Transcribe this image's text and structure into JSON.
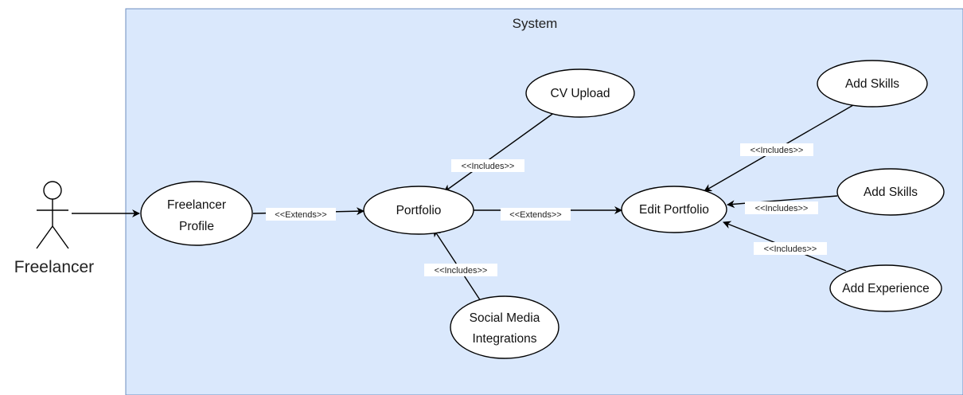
{
  "system": {
    "label": "System",
    "fill_color": "#dae8fc",
    "stroke_color": "#6c8ebf"
  },
  "actor": {
    "label": "Freelancer"
  },
  "use_cases": {
    "freelancer_profile": [
      "Freelancer",
      "Profile"
    ],
    "portfolio": "Portfolio",
    "cv_upload": "CV Upload",
    "social_media": [
      "Social Media",
      "Integrations"
    ],
    "edit_portfolio": "Edit Portfolio",
    "add_skills_1": "Add Skills",
    "add_skills_2": "Add Skills",
    "add_experience": "Add Experience"
  },
  "relations": {
    "extends_1": "<<Extends>>",
    "extends_2": "<<Extends>>",
    "includes_cv": "<<Includes>>",
    "includes_social": "<<Includes>>",
    "includes_skills_1": "<<Includes>>",
    "includes_skills_2": "<<Includes>>",
    "includes_experience": "<<Includes>>"
  }
}
